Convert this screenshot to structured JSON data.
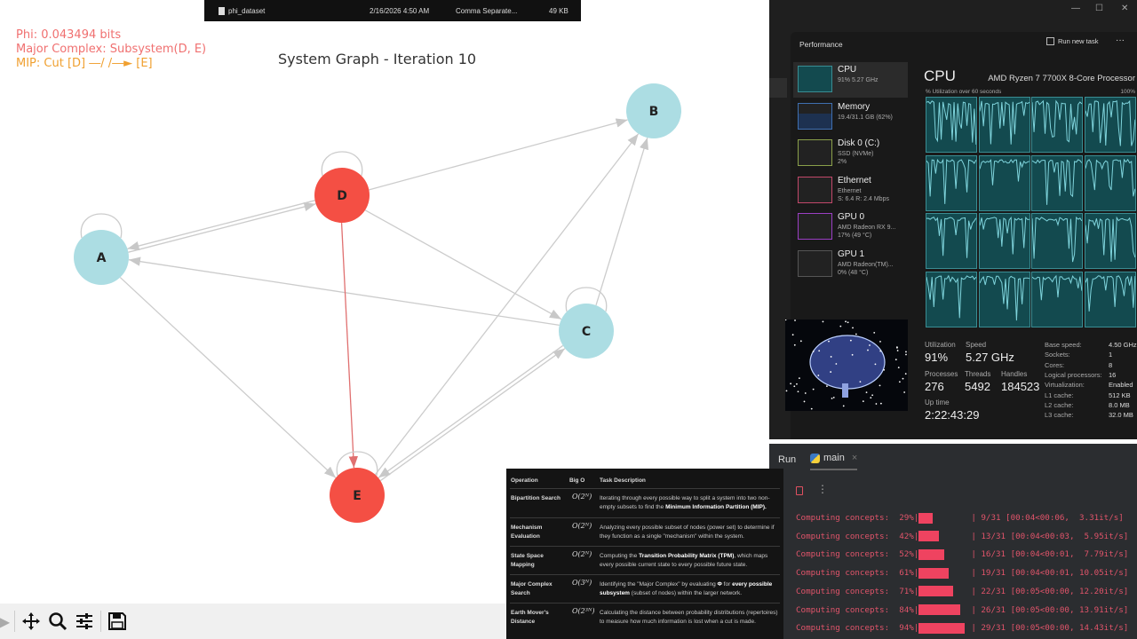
{
  "plot": {
    "phi": "Phi: 0.043494 bits",
    "major_complex": "Major Complex: Subsystem(D, E)",
    "mip": "MIP: Cut [D] ―/ /―► [E]",
    "title": "System Graph - Iteration 10",
    "colors": {
      "phi": "#f07070",
      "mip": "#f0a030",
      "node_in": "#f44f44",
      "node_out": "#acdde3",
      "edge": "#cccccc",
      "cut_edge": "#e07070"
    },
    "nodes": [
      {
        "id": "A",
        "group": "out"
      },
      {
        "id": "B",
        "group": "out"
      },
      {
        "id": "C",
        "group": "out"
      },
      {
        "id": "D",
        "group": "complex"
      },
      {
        "id": "E",
        "group": "complex"
      }
    ],
    "edges": [
      [
        "A",
        "D"
      ],
      [
        "D",
        "A"
      ],
      [
        "D",
        "B"
      ],
      [
        "C",
        "A"
      ],
      [
        "D",
        "C"
      ],
      [
        "C",
        "B"
      ],
      [
        "E",
        "B"
      ],
      [
        "E",
        "C"
      ],
      [
        "C",
        "E"
      ],
      [
        "A",
        "E"
      ],
      [
        "D",
        "E"
      ]
    ],
    "self_loops": [
      "A",
      "D",
      "C",
      "E"
    ],
    "cut_edge": [
      "D",
      "E"
    ]
  },
  "toolbar": {
    "icons": [
      "pan-icon",
      "zoom-icon",
      "configure-icon",
      "save-icon"
    ]
  },
  "file": {
    "name": "phi_dataset",
    "date": "2/16/2026 4:50 AM",
    "type": "Comma Separate...",
    "size": "49 KB"
  },
  "taskmgr": {
    "section": "Performance",
    "run_new_task": "Run new task",
    "more": "···",
    "side": [
      {
        "name": "CPU",
        "l2": "91%  5.27 GHz"
      },
      {
        "name": "Memory",
        "l2": "19.4/31.1 GB (62%)"
      },
      {
        "name": "Disk 0 (C:)",
        "l2": "SSD (NVMe)",
        "l3": "2%"
      },
      {
        "name": "Ethernet",
        "l2": "Ethernet",
        "l3": "S: 6.4  R: 2.4 Mbps"
      },
      {
        "name": "GPU 0",
        "l2": "AMD Radeon RX 9...",
        "l3": "17%  (49 °C)"
      },
      {
        "name": "GPU 1",
        "l2": "AMD Radeon(TM)...",
        "l3": "0%  (48 °C)"
      }
    ],
    "cpu_title": "CPU",
    "cpu_model": "AMD Ryzen 7 7700X 8-Core Processor",
    "graph_label": "% Utilization over 60 seconds",
    "graph_max": "100%",
    "stats": {
      "utilization_l": "Utilization",
      "utilization": "91%",
      "speed_l": "Speed",
      "speed": "5.27 GHz",
      "processes_l": "Processes",
      "processes": "276",
      "threads_l": "Threads",
      "threads": "5492",
      "handles_l": "Handles",
      "handles": "184523",
      "uptime_l": "Up time",
      "uptime": "2:22:43:29"
    },
    "specs": [
      [
        "Base speed:",
        "4.50 GHz"
      ],
      [
        "Sockets:",
        "1"
      ],
      [
        "Cores:",
        "8"
      ],
      [
        "Logical processors:",
        "16"
      ],
      [
        "Virtualization:",
        "Enabled"
      ],
      [
        "L1 cache:",
        "512 KB"
      ],
      [
        "L2 cache:",
        "8.0 MB"
      ],
      [
        "L3 cache:",
        "32.0 MB"
      ]
    ]
  },
  "run": {
    "tab_run": "Run",
    "tab_main": "main",
    "close": "×",
    "more": "⋮",
    "lines": [
      {
        "label": "Computing concepts:",
        "pct": "29%",
        "value": 29,
        "rest": "| 9/31 [00:04<00:06,  3.31it/s]"
      },
      {
        "label": "Computing concepts:",
        "pct": "42%",
        "value": 42,
        "rest": "| 13/31 [00:04<00:03,  5.95it/s]"
      },
      {
        "label": "Computing concepts:",
        "pct": "52%",
        "value": 52,
        "rest": "| 16/31 [00:04<00:01,  7.79it/s]"
      },
      {
        "label": "Computing concepts:",
        "pct": "61%",
        "value": 61,
        "rest": "| 19/31 [00:04<00:01, 10.05it/s]"
      },
      {
        "label": "Computing concepts:",
        "pct": "71%",
        "value": 71,
        "rest": "| 22/31 [00:05<00:00, 12.20it/s]"
      },
      {
        "label": "Computing concepts:",
        "pct": "84%",
        "value": 84,
        "rest": "| 26/31 [00:05<00:00, 13.91it/s]"
      },
      {
        "label": "Computing concepts:",
        "pct": "94%",
        "value": 94,
        "rest": "| 29/31 [00:05<00:00, 14.43it/s]"
      }
    ]
  },
  "table": {
    "headers": [
      "Operation",
      "Big O",
      "Task Description"
    ],
    "rows": [
      {
        "op": "Bipartition Search",
        "o": "O(2ᴺ)",
        "d1": "Iterating through every possible way to split a system into two non-empty subsets to find the ",
        "b1": "Minimum Information Partition (MIP).",
        "d2": "",
        "b2": "",
        "d3": ""
      },
      {
        "op": "Mechanism Evaluation",
        "o": "O(2ᴺ)",
        "d1": "Analyzing every possible subset of nodes (power set) to determine if they function as a single \"mechanism\" within the system.",
        "b1": "",
        "d2": "",
        "b2": "",
        "d3": ""
      },
      {
        "op": "State Space Mapping",
        "o": "O(2ᴺ)",
        "d1": "Computing the ",
        "b1": "Transition Probability Matrix (TPM)",
        "d2": ", which maps every possible current state to every possible future state.",
        "b2": "",
        "d3": ""
      },
      {
        "op": "Major Complex Search",
        "o": "O(3ᴺ)",
        "d1": "Identifying the \"Major Complex\" by evaluating ",
        "b1": "Φ",
        "d2": " for ",
        "b2": "every possible subsystem",
        "d3": " (subset of nodes) within the larger network."
      },
      {
        "op": "Earth Mover's Distance",
        "o": "O(2³ᴺ)",
        "d1": "Calculating the distance between probability distributions (repertoires) to measure how much information is lost when a cut is made.",
        "b1": "",
        "d2": "",
        "b2": "",
        "d3": ""
      }
    ]
  }
}
